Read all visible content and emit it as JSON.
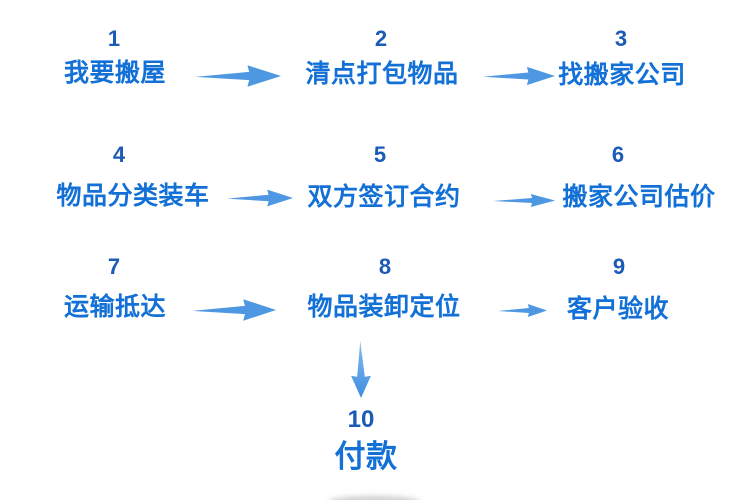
{
  "diagram": {
    "type": "flowchart",
    "language": "zh",
    "topic": "moving house process"
  },
  "colors": {
    "background": "#ffffff",
    "number": "#1b5ab5",
    "label": "#1270d6",
    "arrow": "#4e97e3",
    "arrow_light": "#85bcf1",
    "arrow_dark": "#3e8edf"
  },
  "steps": [
    {
      "number": "1",
      "label": "我要搬屋"
    },
    {
      "number": "2",
      "label": "清点打包物品"
    },
    {
      "number": "3",
      "label": "找搬家公司"
    },
    {
      "number": "4",
      "label": "物品分类装车"
    },
    {
      "number": "5",
      "label": "双方签订合约"
    },
    {
      "number": "6",
      "label": "搬家公司估价"
    },
    {
      "number": "7",
      "label": "运输抵达"
    },
    {
      "number": "8",
      "label": "物品装卸定位"
    },
    {
      "number": "9",
      "label": "客户验收"
    },
    {
      "number": "10",
      "label": "付款"
    }
  ],
  "connections": [
    {
      "from": "1",
      "to": "2",
      "direction": "right"
    },
    {
      "from": "2",
      "to": "3",
      "direction": "right"
    },
    {
      "from": "4",
      "to": "5",
      "direction": "right"
    },
    {
      "from": "5",
      "to": "6",
      "direction": "right"
    },
    {
      "from": "7",
      "to": "8",
      "direction": "right"
    },
    {
      "from": "8",
      "to": "9",
      "direction": "right"
    },
    {
      "from": "8",
      "to": "10",
      "direction": "down"
    }
  ]
}
